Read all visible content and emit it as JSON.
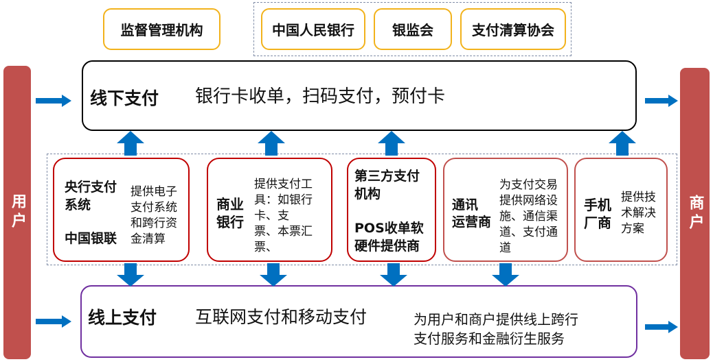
{
  "regulators": {
    "main": "监督管理机构",
    "items": [
      "中国人民银行",
      "银监会",
      "支付清算协会"
    ]
  },
  "sides": {
    "left": "用户",
    "right": "商户"
  },
  "offline": {
    "title": "线下支付",
    "desc": "银行卡收单，扫码支付，预付卡"
  },
  "online": {
    "title": "线上支付",
    "desc": "互联网支付和移动支付",
    "note_line1": "为用户和商户提供线上跨行",
    "note_line2": "支付服务和金融衍生服务"
  },
  "participants": {
    "central": {
      "name1_l1": "央行支付",
      "name1_l2": "系统",
      "name2": "中国银联",
      "desc_l1": "提供电子",
      "desc_l2": "支付系统",
      "desc_l3": "和跨行资",
      "desc_l4": "金清算"
    },
    "bank": {
      "name_l1": "商业",
      "name_l2": "银行",
      "desc_l1": "提供支付工",
      "desc_l2": "具：如银行",
      "desc_l3": "卡、支",
      "desc_l4": "票、本票汇",
      "desc_l5": "票、"
    },
    "thirdparty": {
      "name1_l1": "第三方支付",
      "name1_l2": "机构",
      "name2_l1": "POS收单软",
      "name2_l2": "硬件提供商"
    },
    "telecom": {
      "name_l1": "通讯",
      "name_l2": "运营商",
      "desc_l1": "为支付交易",
      "desc_l2": "提供网络设",
      "desc_l3": "施、通信渠",
      "desc_l4": "道、支付通",
      "desc_l5": "道"
    },
    "phone": {
      "name_l1": "手机",
      "name_l2": "厂商",
      "desc_l1": "提供技",
      "desc_l2": "术解决",
      "desc_l3": "方案"
    }
  },
  "colors": {
    "regulator_border": "#f2b21b",
    "side_fill": "#c0504d",
    "offline_border": "#000000",
    "online_border": "#7030a0",
    "participant_border": "#c00000",
    "arrow": "#0070c0"
  }
}
